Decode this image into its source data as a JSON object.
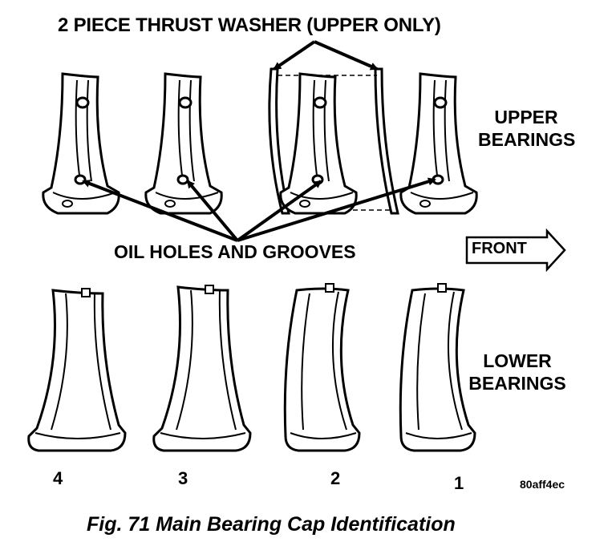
{
  "callout_title": "2 PIECE THRUST WASHER (UPPER ONLY)",
  "upper_label_line1": "UPPER",
  "upper_label_line2": "BEARINGS",
  "lower_label_line1": "LOWER",
  "lower_label_line2": "BEARINGS",
  "oil_label": "OIL HOLES AND GROOVES",
  "front_label": "FRONT",
  "position_numbers": [
    "4",
    "3",
    "2",
    "1"
  ],
  "ref_code": "80aff4ec",
  "caption": "Fig. 71 Main Bearing Cap Identification"
}
